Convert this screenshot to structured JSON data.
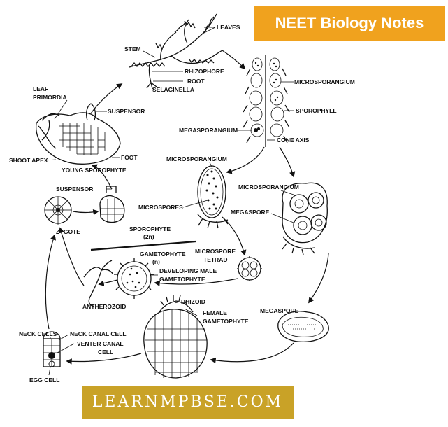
{
  "badge_text": "NEET Biology Notes",
  "footer_text": "LEARNMPBSE.COM",
  "colors": {
    "badge": "#f0a21e",
    "footer": "#c9a227",
    "ink": "#111111"
  },
  "labels": {
    "leaves": "LEAVES",
    "stem": "STEM",
    "rhizophore": "RHIZOPHORE",
    "root": "ROOT",
    "selaginella": "SELAGINELLA",
    "microsporangium_cone": "MICROSPORANGIUM",
    "sporophyll": "SPOROPHYLL",
    "megasporangium": "MEGASPORANGIUM",
    "cone_axis": "CONE AXIS",
    "leaf_primordia_1": "LEAF",
    "leaf_primordia_2": "PRIMORDIA",
    "suspensor_top": "SUSPENSOR",
    "shoot_apex": "SHOOT APEX",
    "foot": "FOOT",
    "young_sporophyte": "YOUNG  SPOROPHYTE",
    "microsporangium_left": "MICROSPORANGIUM",
    "microsporangium_right": "MICROSPORANGIUM",
    "microspores": "MICROSPORES",
    "megaspore_right": "MEGASPORE",
    "suspensor_mid": "SUSPENSOR",
    "zygote": "ZYGOTE",
    "sporophyte": "SPOROPHYTE",
    "sporophyte_ploidy": "(2n)",
    "gametophyte": "GAMETOPHYTE",
    "gametophyte_ploidy": "(n)",
    "microspore_1": "MICROSPORE",
    "microspore_2": "TETRAD",
    "dev_male_1": "DEVELOPING MALE",
    "dev_male_2": "GAMETOPHYTE",
    "antherozoid": "ANTHEROZOID",
    "rhizoid": "RHIZOID",
    "female_1": "FEMALE",
    "female_2": "GAMETOPHYTE",
    "megaspore_bottom": "MEGASPORE",
    "neck_cells": "NECK CELLS",
    "neck_canal_cell": "NECK CANAL CELL",
    "venter_1": "VENTER CANAL",
    "venter_2": "CELL",
    "egg_cell": "EGG CELL"
  }
}
